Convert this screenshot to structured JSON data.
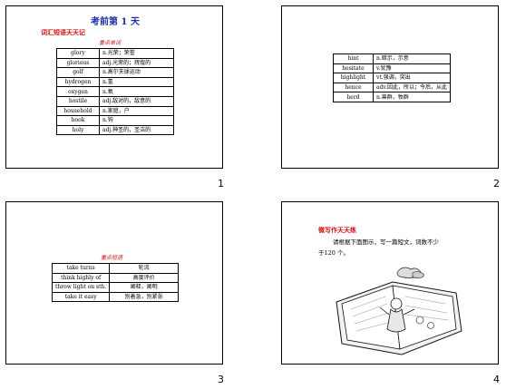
{
  "slide1": {
    "title": "考前第 1 天",
    "heading": "词汇短语天天记",
    "subheading": "重点单词",
    "rows": [
      {
        "word": "glory",
        "meaning": "n.光荣；荣誉"
      },
      {
        "word": "glorious",
        "meaning": "adj.光荣的；辉煌的"
      },
      {
        "word": "golf",
        "meaning": "n.高尔夫球运动"
      },
      {
        "word": "hydrogen",
        "meaning": "n.氢"
      },
      {
        "word": "oxygen",
        "meaning": "n.氧"
      },
      {
        "word": "hostile",
        "meaning": "adj.敌对的，敌意的"
      },
      {
        "word": "household",
        "meaning": "n.家庭，户"
      },
      {
        "word": "hook",
        "meaning": "n.钩"
      },
      {
        "word": "holy",
        "meaning": "adj.神圣的，圣洁的"
      }
    ]
  },
  "slide2": {
    "rows": [
      {
        "word": "hint",
        "meaning": "n.暗示，示意"
      },
      {
        "word": "hesitate",
        "meaning": "v.犹豫"
      },
      {
        "word": "highlight",
        "meaning": "vt.强调，突出"
      },
      {
        "word": "hence",
        "meaning": "adv.因此，所以；今后，从此"
      },
      {
        "word": "herd",
        "meaning": "n.兽群，牧群"
      }
    ]
  },
  "slide3": {
    "subheading": "重点短语",
    "rows": [
      {
        "word": "take turns",
        "meaning": "轮流"
      },
      {
        "word": "think highly of",
        "meaning": "高度评价"
      },
      {
        "word": "throw light on sth.",
        "meaning": "阐释，阐明"
      },
      {
        "word": "take it easy",
        "meaning": "别着急，别紧张"
      }
    ]
  },
  "slide4": {
    "heading": "微写作天天练",
    "text_line1": "请根据下面图示，写一篇短文，词数不少",
    "text_line2": "于120 个。"
  },
  "page_numbers": [
    "1",
    "2",
    "3",
    "4"
  ]
}
